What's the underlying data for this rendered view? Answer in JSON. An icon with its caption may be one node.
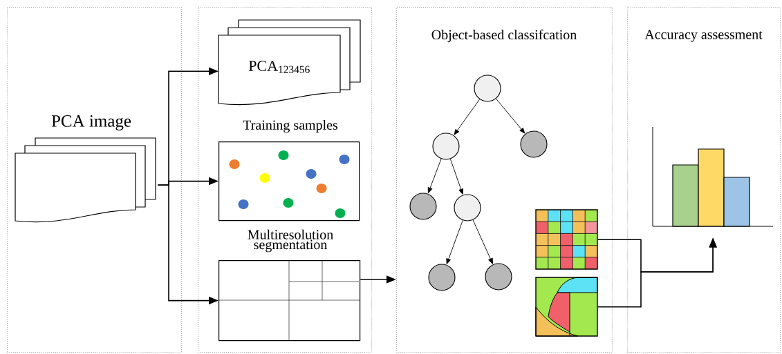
{
  "diagram": {
    "nodes": [
      {
        "text": [],
        "shape": "box"
      },
      {
        "text": [
          "PCA image"
        ],
        "in": 0
      },
      {
        "text": [],
        "shape": "box"
      },
      {
        "text": [
          "PCA$_{123456}$"
        ],
        "in": 2
      },
      {
        "text": [
          "Training samples"
        ],
        "in": 2
      },
      {
        "text": [
          "Multiresolution segmentation"
        ],
        "in": 2
      },
      {
        "text": [
          "Object-based classifcation"
        ]
      },
      {
        "text": [],
        "shape": "circle",
        "in": 6
      },
      {
        "text": [],
        "shape": "circle",
        "in": 6
      },
      {
        "text": [],
        "shape": "circle",
        "in": 6
      },
      {
        "text": [],
        "shape": "circle",
        "in": 6
      },
      {
        "text": [],
        "shape": "circle",
        "in": 6
      },
      {
        "text": [],
        "shape": "circle",
        "in": 6
      },
      {
        "text": [],
        "shape": "circle",
        "in": 6
      },
      {
        "text": [],
        "shape": "box",
        "in": 6
      },
      {
        "text": [],
        "shape": "box",
        "in": 6
      },
      {
        "text": [
          "Accuracy assessment"
        ]
      },
      {
        "text": [],
        "shape": "chart",
        "in": 16
      }
    ],
    "edges": [
      {
        "from": 1,
        "to": 3,
        "arrow": "to"
      },
      {
        "from": 1,
        "to": 4,
        "arrow": "to"
      },
      {
        "from": 1,
        "to": 5,
        "arrow": "to"
      },
      {
        "from": 5,
        "to": 6,
        "arrow": "to"
      },
      {
        "from": 7,
        "to": 8,
        "arrow": "to"
      },
      {
        "from": 7,
        "to": 9,
        "arrow": "to"
      },
      {
        "from": 8,
        "to": 10,
        "arrow": "to"
      },
      {
        "from": 8,
        "to": 11,
        "arrow": "to"
      },
      {
        "from": 11,
        "to": 12,
        "arrow": "to"
      },
      {
        "from": 11,
        "to": 13,
        "arrow": "to"
      },
      {
        "from": 14,
        "to": 17,
        "arrow": "to"
      },
      {
        "from": 15,
        "to": 17,
        "arrow": "to"
      }
    ]
  }
}
